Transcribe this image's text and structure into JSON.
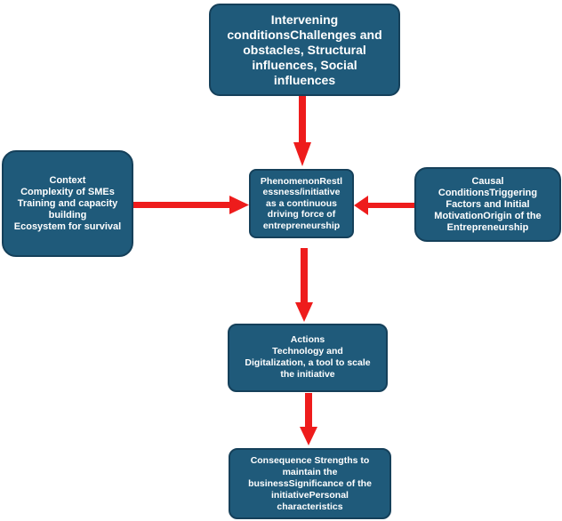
{
  "diagram": {
    "nodes": {
      "intervening": {
        "text": "Intervening\nconditionsChallenges and\nobstacles, Structural\ninfluences, Social\ninfluences"
      },
      "context": {
        "text": "Context\nComplexity of SMEs\nTraining and capacity\nbuilding\nEcosystem for survival"
      },
      "phenomenon": {
        "text": "PhenomenonRestl\nessness/initiative\nas a continuous\ndriving force of\nentrepreneurship"
      },
      "causal": {
        "text": "Causal\nConditionsTriggering\nFactors and Initial\nMotivationOrigin of the\nEntrepreneurship"
      },
      "actions": {
        "text": "Actions\nTechnology and\nDigitalization, a tool to scale\nthe initiative"
      },
      "consequence": {
        "text": "Consequence Strengths to\nmaintain the\nbusinessSignificance of the\ninitiativePersonal\ncharacteristics"
      }
    },
    "colors": {
      "box_fill": "#1f5a7a",
      "box_border": "#15405a",
      "text": "#ffffff",
      "arrow": "#ee1c1c"
    }
  }
}
